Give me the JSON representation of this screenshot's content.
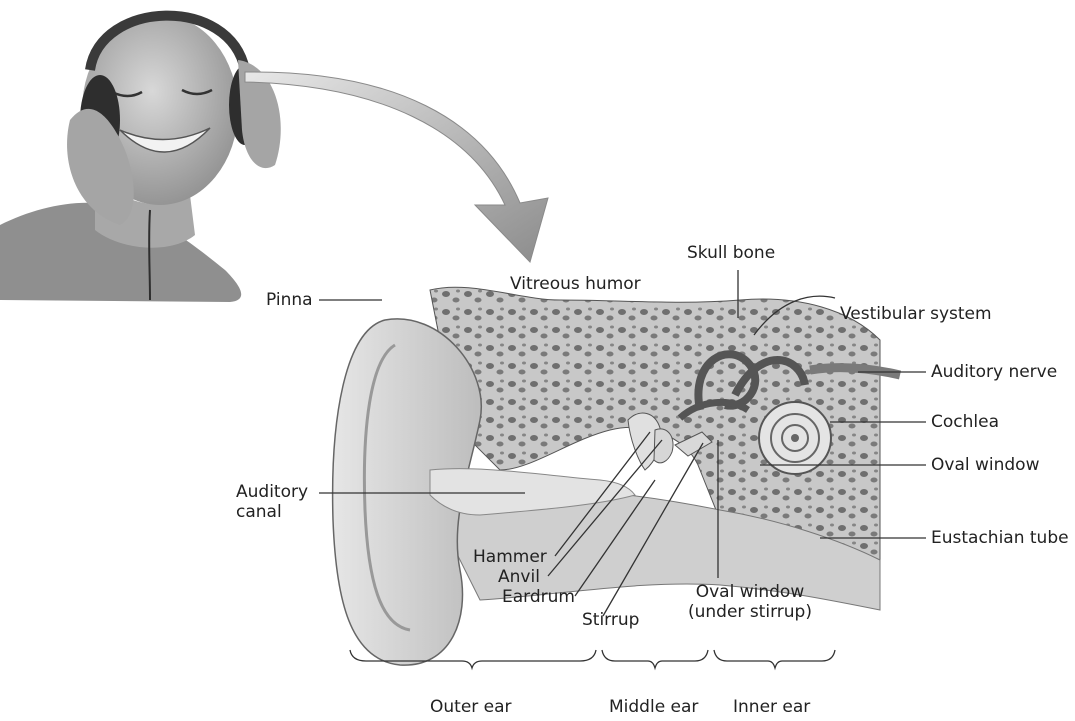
{
  "labels": {
    "vitreous_humor": "Vitreous humor",
    "skull_bone": "Skull bone",
    "vestibular_system": "Vestibular system",
    "pinna": "Pinna",
    "auditory_nerve": "Auditory nerve",
    "cochlea": "Cochlea",
    "oval_window": "Oval window",
    "auditory_canal_line1": "Auditory",
    "auditory_canal_line2": "canal",
    "eustachian_tube": "Eustachian tube",
    "hammer": "Hammer",
    "anvil": "Anvil",
    "eardrum": "Eardrum",
    "stirrup": "Stirrup",
    "oval_window_under_line1": "Oval window",
    "oval_window_under_line2": "(under stirrup)"
  },
  "regions": {
    "outer_ear": "Outer ear",
    "middle_ear": "Middle ear",
    "inner_ear": "Inner ear"
  },
  "colors": {
    "skin": "#bdbdbd",
    "shirt": "#8f8f8f",
    "arrow": "#9a9a9a",
    "bone": "#b5b5b5",
    "ear_flesh": "#d2d2d2",
    "line": "#333333"
  }
}
